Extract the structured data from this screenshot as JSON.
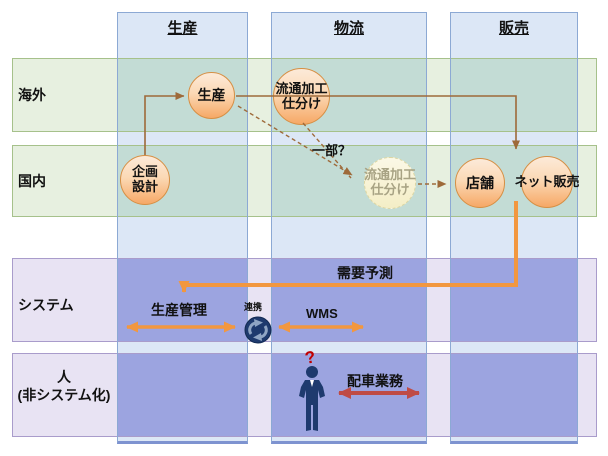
{
  "columns": [
    {
      "id": "production",
      "label": "生産"
    },
    {
      "id": "logistics",
      "label": "物流"
    },
    {
      "id": "sales",
      "label": "販売"
    }
  ],
  "rows": [
    {
      "id": "overseas",
      "label": "海外"
    },
    {
      "id": "domestic",
      "label": "国内"
    },
    {
      "id": "system",
      "label": "システム"
    },
    {
      "id": "human",
      "label": "人",
      "label2": "(非システム化)"
    }
  ],
  "nodes": {
    "production": {
      "label": "生産"
    },
    "processing_overseas": {
      "line1": "流通加工",
      "line2": "仕分け"
    },
    "planning": {
      "line1": "企画",
      "line2": "設計"
    },
    "processing_domestic": {
      "line1": "流通加工",
      "line2": "仕分け"
    },
    "store": {
      "label": "店舗"
    },
    "net_sales": {
      "label": "ネット販売"
    }
  },
  "annotations": {
    "partial": "一部？",
    "demand_forecast": "需要予測",
    "production_management": "生産管理",
    "wms": "WMS",
    "link": "連携",
    "dispatch": "配車業務",
    "question_mark": "?"
  },
  "colors": {
    "column_fill": "#dce7f6",
    "column_border": "#8ca9d4",
    "green_band": "#e7f0e0",
    "green_band_border": "#a6c18b",
    "green_over_column": "#c3dcd5",
    "purple_band": "#e8e3f3",
    "purple_band_border": "#a99ccb",
    "purple_over_column": "#9ca4e0",
    "node_border": "#d68f44",
    "connector_brown": "#9e6a3a",
    "accent_orange": "#f2973f",
    "accent_red": "#bf4b45",
    "icon_navy": "#1e3a6e",
    "question_red": "#c00000"
  }
}
